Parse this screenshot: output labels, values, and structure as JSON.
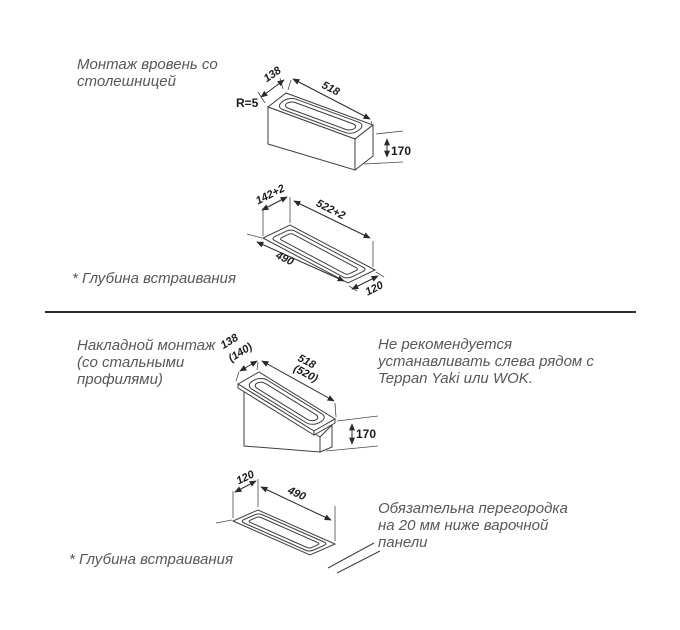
{
  "colors": {
    "background": "#ffffff",
    "line": "#3e3e40",
    "text": "#57585b",
    "dim_text": "#1b1b1d",
    "divider": "#2d2d2f"
  },
  "flush_section": {
    "title_line1": "Монтаж вровень со",
    "title_line2": "столешницей",
    "box_dims": {
      "width": "138",
      "length": "518",
      "radius": "R=5",
      "height": "170"
    },
    "cutout_dims": {
      "width": "142+2",
      "length": "522+2",
      "inner_length": "490",
      "inner_width": "120"
    },
    "footnote": "* Глубина встраивания"
  },
  "overlay_section": {
    "title_line1": "Накладной монтаж",
    "title_line2": "(со стальными",
    "title_line3": "профилями)",
    "warning_line1": "Не рекомендуется",
    "warning_line2": "устанавливать слева рядом с",
    "warning_line3": "Teppan Yaki или WOK.",
    "box_dims": {
      "width": "138",
      "width_alt": "(140)",
      "length": "518",
      "length_alt": "(520)",
      "height": "170"
    },
    "cutout_dims": {
      "inner_width": "120",
      "inner_length": "490"
    },
    "partition_line1": "Обязательна перегородка",
    "partition_line2": "на 20 мм ниже варочной",
    "partition_line3": "панели",
    "footnote": "* Глубина встраивания"
  }
}
